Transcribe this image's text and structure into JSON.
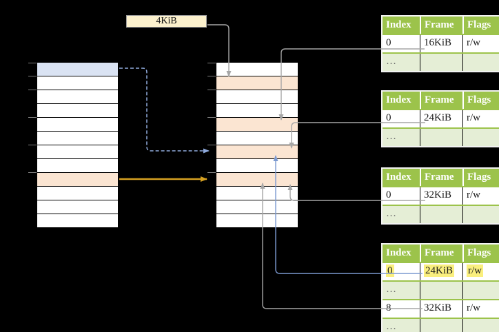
{
  "page_size_box": {
    "label": "4KiB"
  },
  "stacks": {
    "virtual_address_space": {
      "rows": [
        "blue",
        "white",
        "white",
        "white",
        "white",
        "white",
        "white",
        "white",
        "orange",
        "white",
        "white",
        "white"
      ]
    },
    "page_table": {
      "rows": [
        "white",
        "orange",
        "white",
        "white",
        "orange",
        "white",
        "orange",
        "white",
        "orange",
        "white",
        "white",
        "white"
      ]
    }
  },
  "frame_table_headers": [
    "Index",
    "Frame",
    "Flags"
  ],
  "frame_tables": [
    {
      "rows": [
        {
          "cells": [
            "0",
            "16KiB",
            "r/w"
          ]
        },
        {
          "cells": [
            "…",
            "",
            ""
          ],
          "shade": true
        }
      ]
    },
    {
      "rows": [
        {
          "cells": [
            "0",
            "24KiB",
            "r/w"
          ]
        },
        {
          "cells": [
            "…",
            "",
            ""
          ],
          "shade": true
        }
      ]
    },
    {
      "rows": [
        {
          "cells": [
            "0",
            "32KiB",
            "r/w"
          ]
        },
        {
          "cells": [
            "…",
            "",
            ""
          ],
          "shade": true
        }
      ]
    },
    {
      "rows": [
        {
          "cells": [
            "0",
            "24KiB",
            "r/w"
          ],
          "hl": true
        },
        {
          "cells": [
            "…",
            "",
            ""
          ],
          "shade": true
        },
        {
          "cells": [
            "8",
            "32KiB",
            "r/w"
          ]
        },
        {
          "cells": [
            "…",
            "",
            ""
          ],
          "shade": true
        }
      ]
    }
  ],
  "colors": {
    "gray_line": "#A6A6A6",
    "blue_line": "#7C9AD1",
    "dashed_blue_line": "#8FAADC",
    "gold_line": "#D5A021",
    "header_green": "#9CC34B",
    "shade_green": "#E5EED6",
    "row_blue": "#DAE3F3",
    "row_orange": "#FBE5D2",
    "box_cream": "#FCF1CD",
    "highlight_yellow": "#FAEF7E"
  }
}
